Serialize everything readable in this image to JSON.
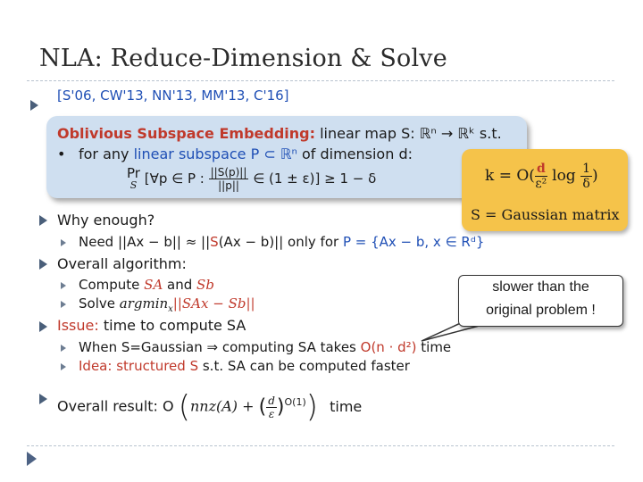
{
  "slide": {
    "title": "NLA: Reduce-Dimension & Solve",
    "citation": "[S'06, CW'13, NN'13, MM'13, C'16]",
    "ose": {
      "heading": "Oblivious Subspace Embedding:",
      "heading_rest": " linear map S: ℝⁿ → ℝᵏ s.t.",
      "line2_prefix": "for any ",
      "line2_blue": "linear subspace P ⊂ ℝⁿ",
      "line2_suffix": " of dimension d:",
      "line3_pr": "Pr",
      "line3_sub": "S",
      "line3_mid": "[∀p ∈ P :",
      "line3_num": "||S(p)||",
      "line3_den": "||p||",
      "line3_end": "∈ (1 ± ε)] ≥ 1 − δ"
    },
    "kbox": {
      "line1_pre": "k = O(",
      "line1_d": "d",
      "line1_den": "ε²",
      "line1_log": " log ",
      "line1_log_num": "1",
      "line1_log_den": "δ",
      "line1_post": ")",
      "line2": "S = Gaussian matrix"
    },
    "why": {
      "label": "Why enough?",
      "need_prefix": "Need ||Ax − b|| ≈ ||",
      "need_red": "S",
      "need_mid": "(Ax − b)|| only for ",
      "need_blue": "P = {Ax − b,  x ∈ Rᵈ}"
    },
    "algo": {
      "label": "Overall algorithm:",
      "compute_pre": "Compute ",
      "compute_sa": "SA",
      "compute_and": " and ",
      "compute_sb": "Sb",
      "solve_pre": "Solve ",
      "solve_arg": "argmin",
      "solve_sub": "x",
      "solve_post": "||SAx − Sb||"
    },
    "issue": {
      "label_red": "Issue:",
      "label_rest": " time to compute SA",
      "when": "When S=Gaussian ⇒ computing SA takes ",
      "when_red": "O(n · d²)",
      "when_end": " time",
      "idea_red": "Idea:",
      "idea_red2": "structured S",
      "idea_rest": " s.t. SA can be computed faster"
    },
    "result": {
      "label": "Overall result: O",
      "nnz": "nnz(A) + ",
      "frac_num": "d",
      "frac_den": "ε",
      "exp": "O(1)",
      "end": "time"
    },
    "callout": {
      "line1": "slower than the",
      "line2": "original problem !"
    }
  }
}
